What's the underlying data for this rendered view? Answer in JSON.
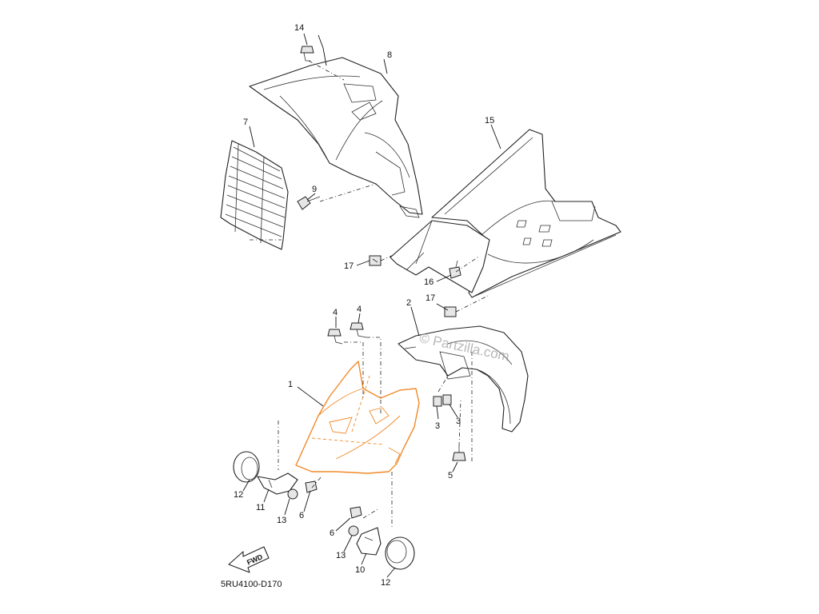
{
  "diagram": {
    "code": "5RU4100-D170",
    "watermark": "© Partzilla.com",
    "fwd_label": "FWD",
    "callouts": {
      "c1": "1",
      "c2": "2",
      "c3a": "3",
      "c3b": "3",
      "c4a": "4",
      "c4b": "4",
      "c5": "5",
      "c6a": "6",
      "c6b": "6",
      "c7": "7",
      "c8": "8",
      "c9": "9",
      "c10": "10",
      "c11": "11",
      "c12a": "12",
      "c12b": "12",
      "c13a": "13",
      "c13b": "13",
      "c14": "14",
      "c15": "15",
      "c16": "16",
      "c17a": "17",
      "c17b": "17"
    },
    "colors": {
      "highlight": "#f08a2a",
      "line": "#222222",
      "background": "#ffffff"
    }
  }
}
